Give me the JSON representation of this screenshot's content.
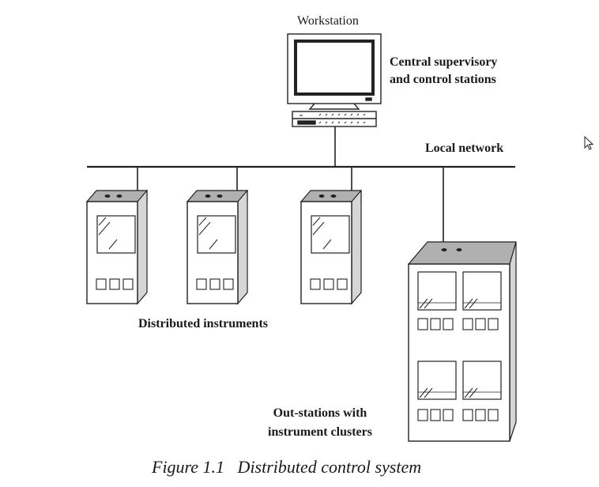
{
  "diagram": {
    "workstation_label": "Workstation",
    "central_label_line1": "Central supervisory",
    "central_label_line2": "and control stations",
    "network_label": "Local network",
    "distributed_label": "Distributed instruments",
    "outstations_label_line1": "Out-stations with",
    "outstations_label_line2": "instrument clusters",
    "caption": "Figure 1.1   Distributed control system"
  },
  "colors": {
    "stroke": "#222222",
    "cabinet_top": "#b0b0b0",
    "cabinet_side": "#d6d6d6",
    "background": "#ffffff"
  },
  "icons": {
    "cursor": "mouse-pointer-icon"
  }
}
